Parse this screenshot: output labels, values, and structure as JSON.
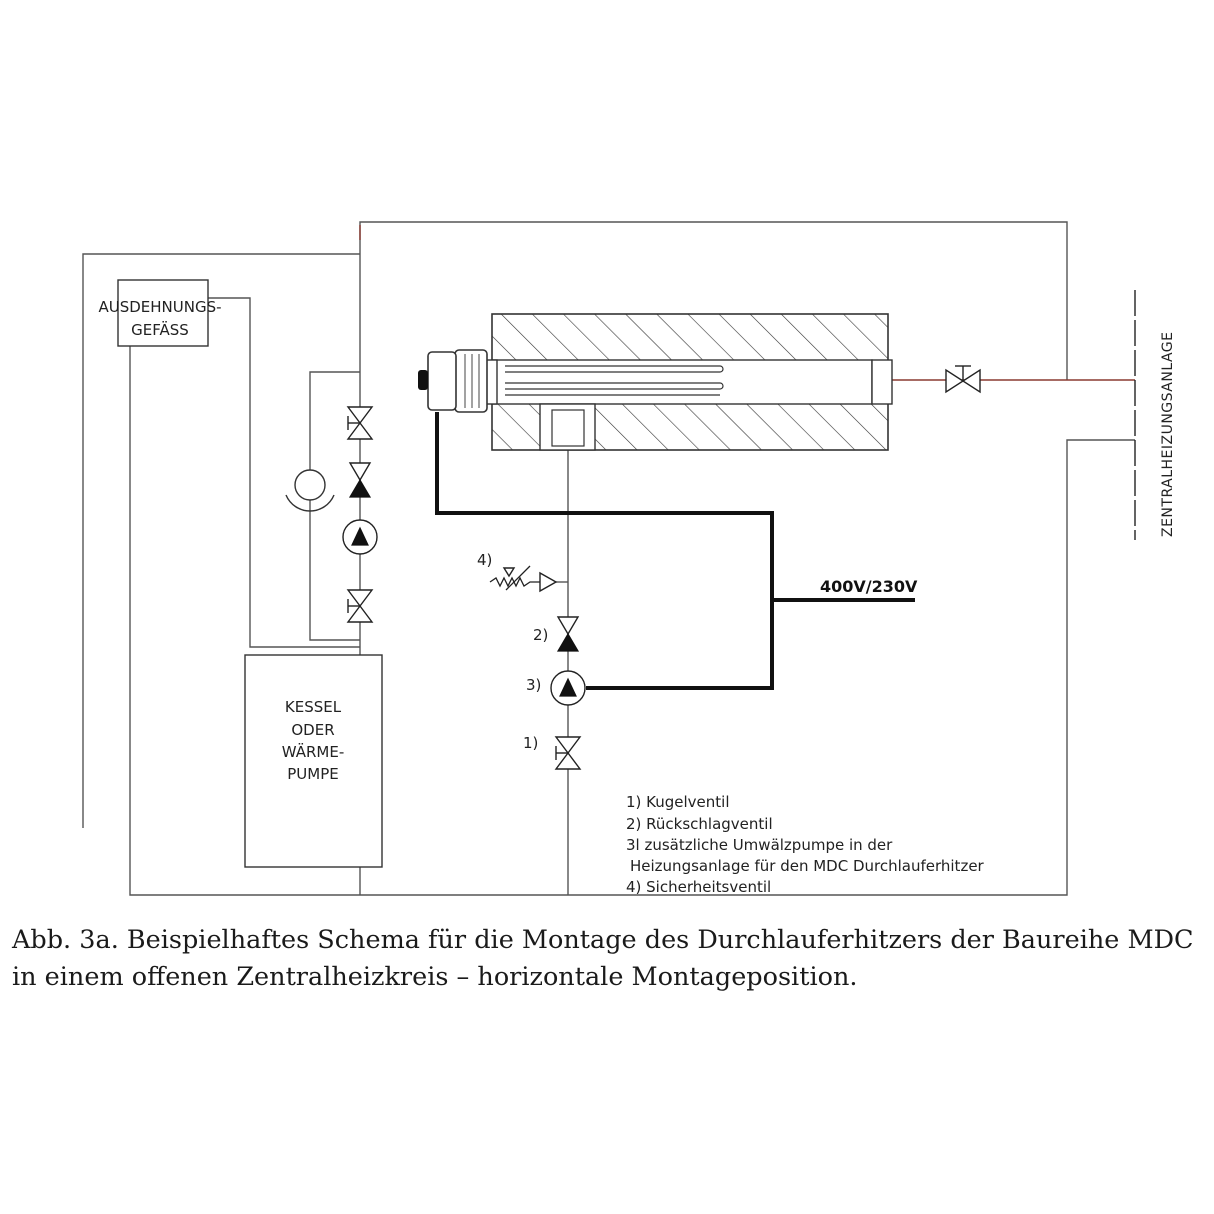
{
  "labels": {
    "expansion_vessel": [
      "AUSDEHNUNGS-",
      "GEFÄSS"
    ],
    "boiler": [
      "KESSEL",
      "ODER",
      "WÄRME-",
      "PUMPE"
    ],
    "central_heating": "ZENTRALHEIZUNGSANLAGE",
    "voltage": "400V/230V",
    "marker_1": "1)",
    "marker_2": "2)",
    "marker_3": "3)",
    "marker_4": "4)"
  },
  "legend": [
    "1) Kugelventil",
    "2) Rückschlagventil",
    "3l zusätzliche Umwälzpumpe in der",
    "Heizungsanlage für den MDC Durchlauferhitzer",
    "4) Sicherheitsventil"
  ],
  "caption": "Abb. 3a. Beispielhaftes Schema für die Montage des Durchlauferhitzers der Baureihe MDC in einem offenen Zentralheizkreis – horizontale Montageposition.",
  "colors": {
    "pipe": "#555555",
    "pipe_red": "#8a3a30",
    "cable": "#111111"
  }
}
